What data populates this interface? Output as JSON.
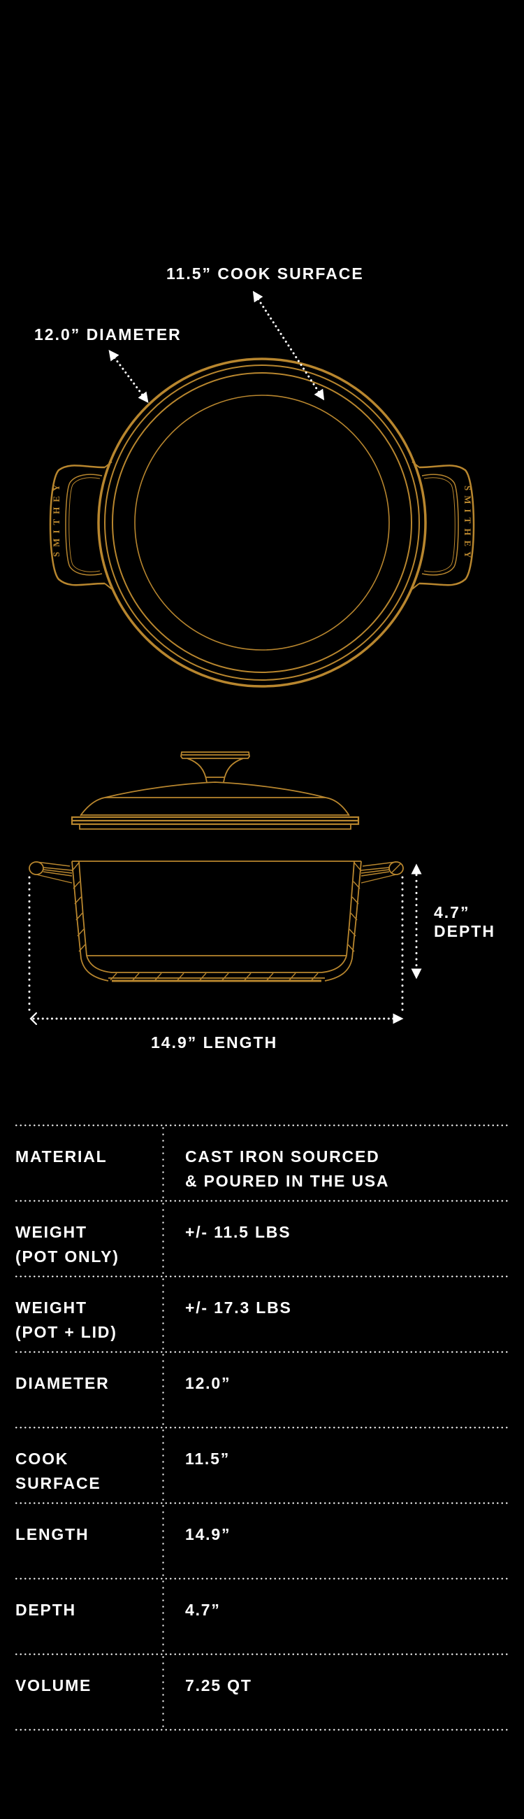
{
  "colors": {
    "background": "#000000",
    "illustration": "#B8862E",
    "text": "#FFFFFF"
  },
  "top_view": {
    "cook_surface_label": "11.5” COOK SURFACE",
    "diameter_label": "12.0” DIAMETER",
    "handle_brand_left": "SMITHEY",
    "handle_brand_right": "SMITHEY"
  },
  "side_view": {
    "depth_value": "4.7”",
    "depth_label": "DEPTH",
    "length_label": "14.9” LENGTH"
  },
  "specs": {
    "rows": [
      {
        "label": [
          "MATERIAL"
        ],
        "value": [
          "CAST IRON SOURCED",
          "& POURED IN THE USA"
        ]
      },
      {
        "label": [
          "WEIGHT",
          "(POT ONLY)"
        ],
        "value": [
          "+/- 11.5 LBS"
        ]
      },
      {
        "label": [
          "WEIGHT",
          "(POT + LID)"
        ],
        "value": [
          "+/- 17.3 LBS"
        ]
      },
      {
        "label": [
          "DIAMETER"
        ],
        "value": [
          "12.0”"
        ]
      },
      {
        "label": [
          "COOK",
          "SURFACE"
        ],
        "value": [
          "11.5”"
        ]
      },
      {
        "label": [
          "LENGTH"
        ],
        "value": [
          "14.9”"
        ]
      },
      {
        "label": [
          "DEPTH"
        ],
        "value": [
          "4.7”"
        ]
      },
      {
        "label": [
          "VOLUME"
        ],
        "value": [
          "7.25 QT"
        ]
      }
    ]
  }
}
